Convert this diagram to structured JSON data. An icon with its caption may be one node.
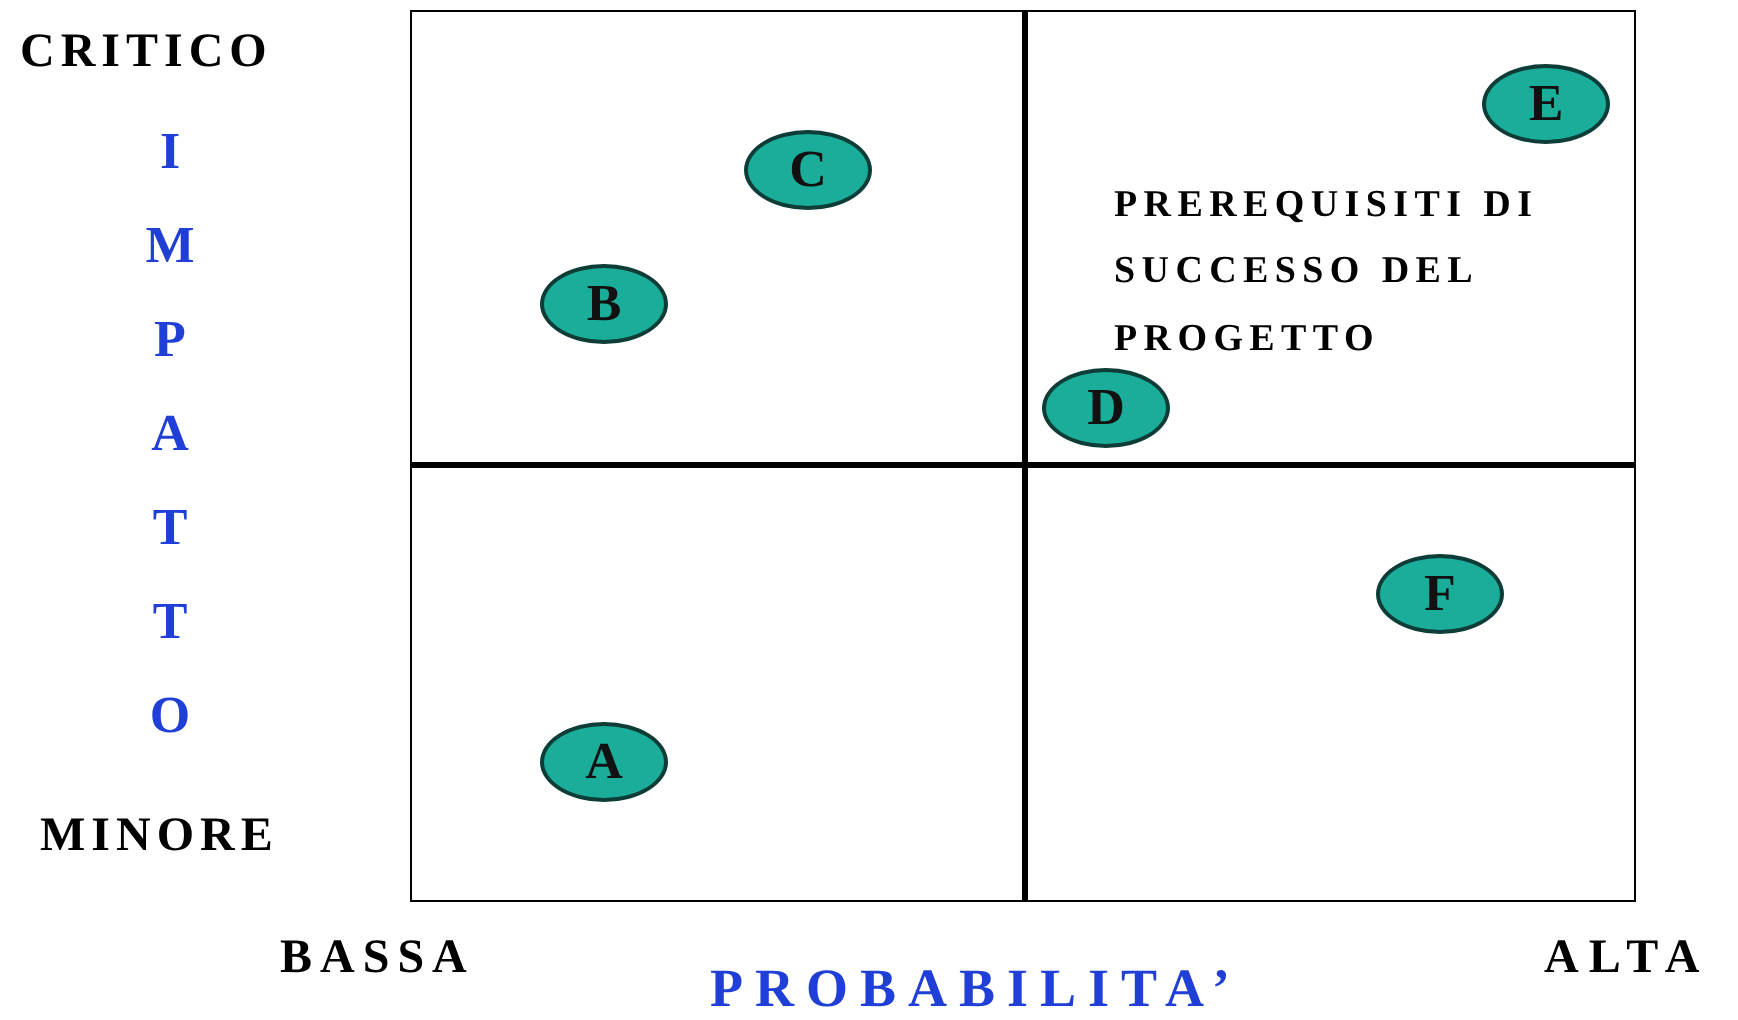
{
  "diagram": {
    "nodes": [
      {
        "text": [
          "E"
        ]
      },
      {
        "text": [
          "C"
        ]
      },
      {
        "text": [
          "B"
        ]
      },
      {
        "text": [
          "D"
        ]
      },
      {
        "text": [
          "F"
        ]
      },
      {
        "text": [
          "A"
        ]
      }
    ],
    "labels": [
      "CRITICO",
      "IMPATTO",
      "MINORE",
      "PREREQUISITI DI SUCCESSO DEL PROGETTO",
      "BASSA",
      "PROBABILITA’",
      "ALTA"
    ]
  }
}
